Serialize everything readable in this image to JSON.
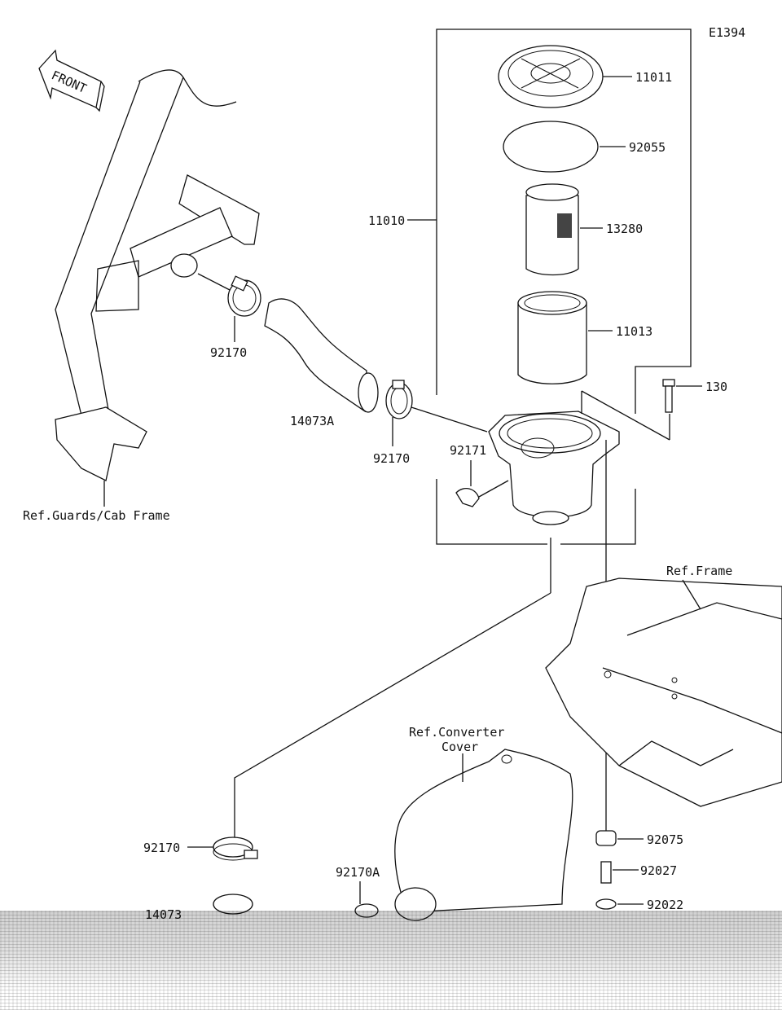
{
  "diagram_code": "E1394",
  "front_label": "FRONT",
  "callouts": {
    "p11011": "11011",
    "p92055": "92055",
    "p13280": "13280",
    "p11013": "11013",
    "p11010": "11010",
    "p130": "130",
    "p92170_upper": "92170",
    "p14073A": "14073A",
    "p92170_mid": "92170",
    "p92171": "92171",
    "p92170_lower": "92170",
    "p92170A": "92170A",
    "p14073": "14073",
    "p92075": "92075",
    "p92027": "92027",
    "p92022": "92022"
  },
  "references": {
    "guards": "Ref.Guards/Cab Frame",
    "frame": "Ref.Frame",
    "converter_line1": "Ref.Converter",
    "converter_line2": "Cover"
  }
}
